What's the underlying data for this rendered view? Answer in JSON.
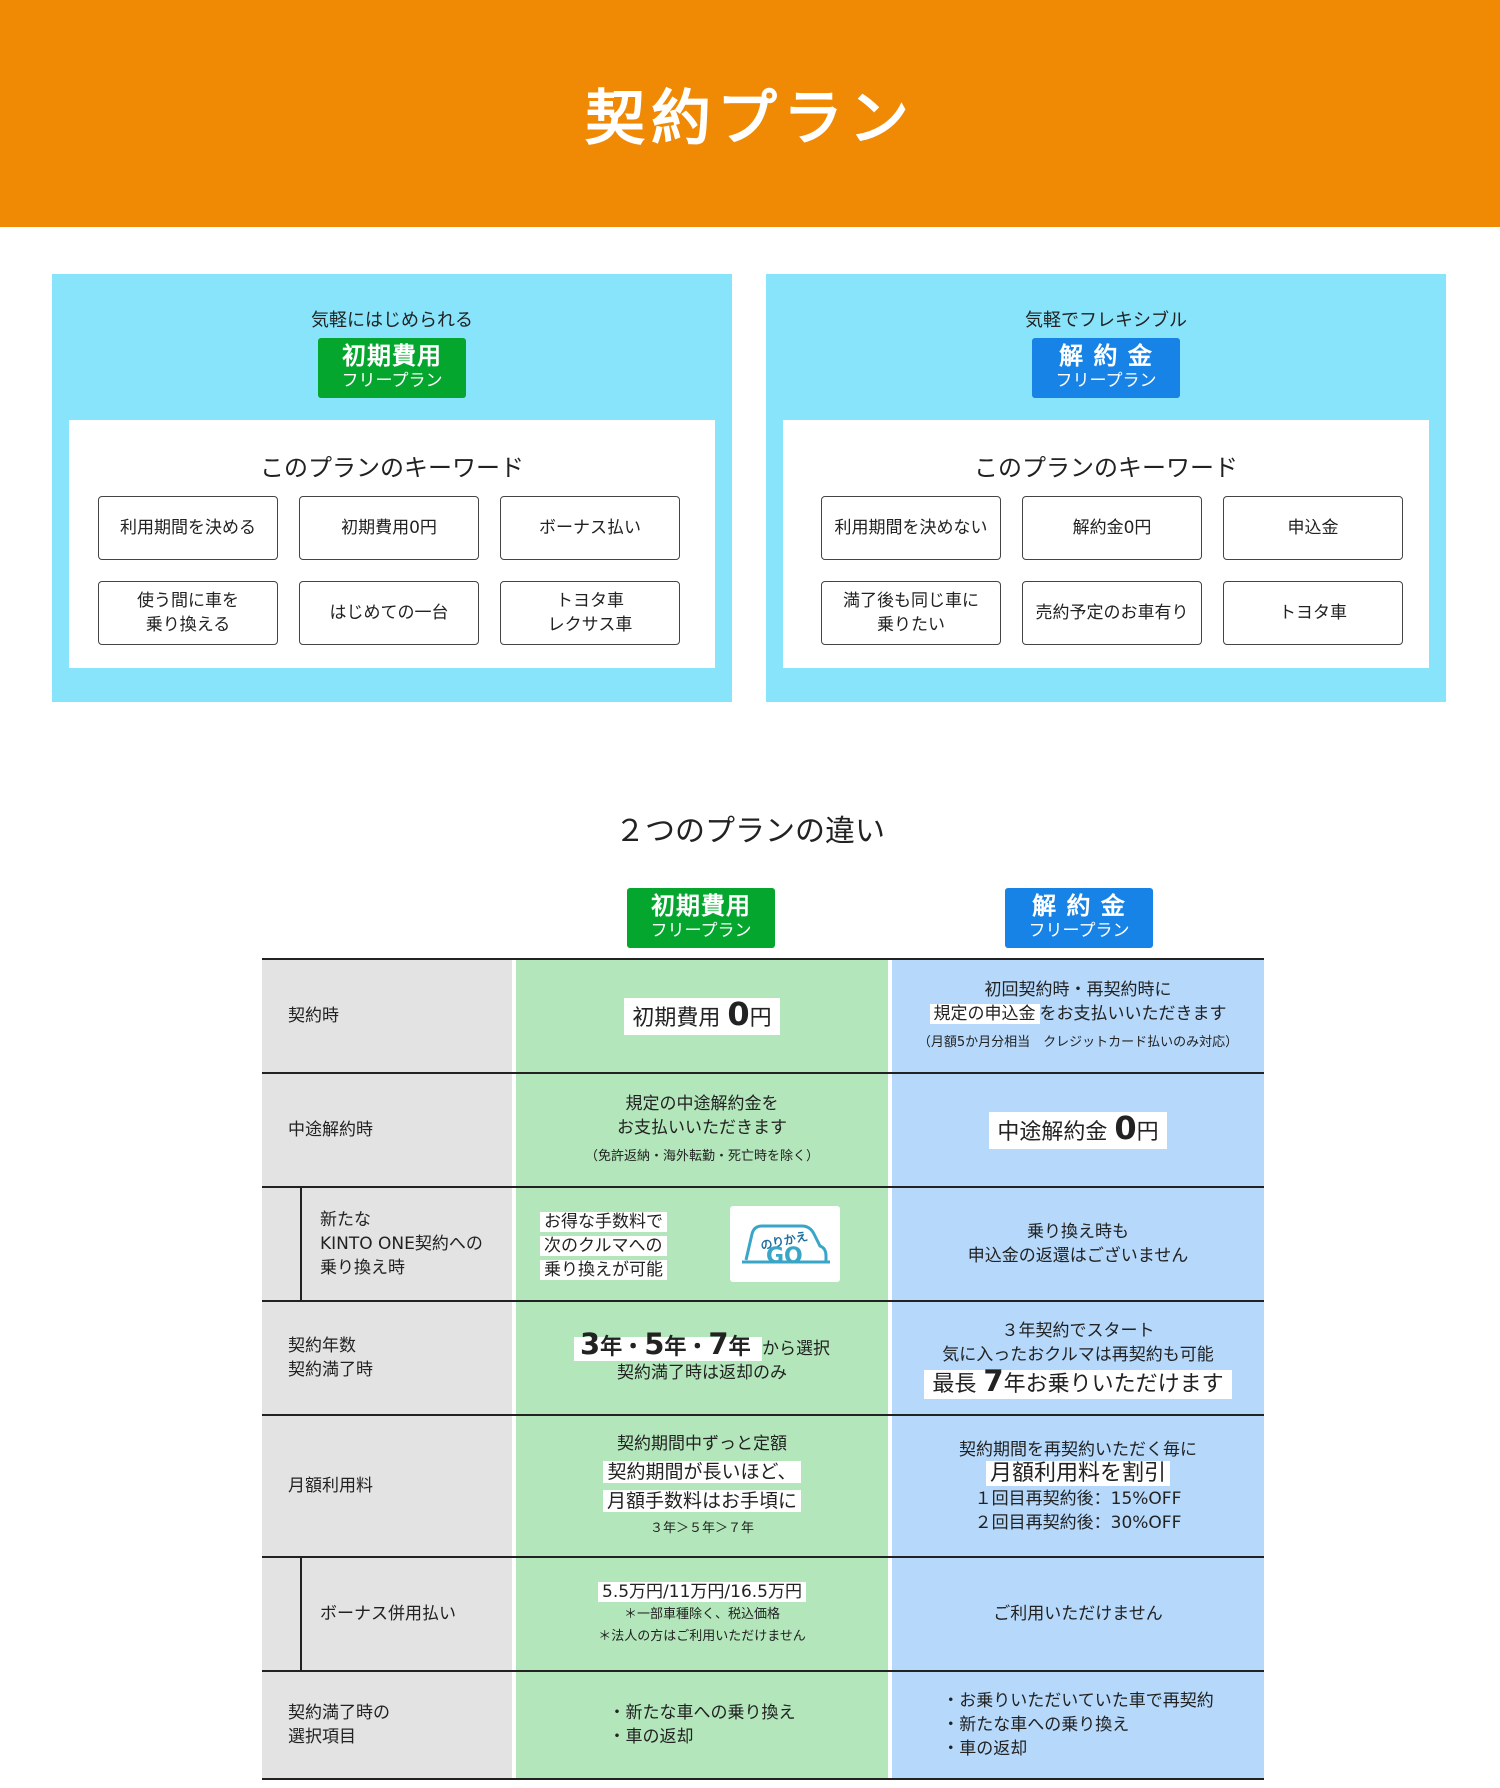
{
  "header": {
    "title": "契約プラン"
  },
  "plans": [
    {
      "subtitle": "気軽にはじめられる",
      "badge_line1": "初期費用",
      "badge_line2": "フリープラン",
      "badge_color": "#04a62e",
      "keyword_title": "このプランのキーワード",
      "keywords": [
        "利用期間を決める",
        "初期費用0円",
        "ボーナス払い",
        "使う間に車を\n乗り換える",
        "はじめての一台",
        "トヨタ車\nレクサス車"
      ]
    },
    {
      "subtitle": "気軽でフレキシブル",
      "badge_line1": "解 約 金",
      "badge_line2": "フリープラン",
      "badge_color": "#1883e7",
      "keyword_title": "このプランのキーワード",
      "keywords": [
        "利用期間を決めない",
        "解約金0円",
        "申込金",
        "満了後も同じ車に\n乗りたい",
        "売約予定のお車有り",
        "トヨタ車"
      ]
    }
  ],
  "compare": {
    "title": "２つのプランの違い",
    "col1_badge": {
      "line1": "初期費用",
      "line2": "フリープラン"
    },
    "col2_badge": {
      "line1": "解 約 金",
      "line2": "フリープラン"
    },
    "rows": {
      "contract": {
        "label": "契約時",
        "c1": {
          "fee_label": "初期費用",
          "fee_value": "0",
          "fee_unit": "円"
        },
        "c2": {
          "line1": "初回契約時・再契約時に",
          "hl": "規定の申込金",
          "line2": "をお支払いいただきます",
          "note": "（月額5か月分相当　クレジットカード払いのみ対応）"
        }
      },
      "cancel": {
        "label": "中途解約時",
        "c1": {
          "line1": "規定の中途解約金を",
          "line2": "お支払いいただきます",
          "note": "（免許返納・海外転勤・死亡時を除く）"
        },
        "c2": {
          "fee_label": "中途解約金",
          "fee_value": "0",
          "fee_unit": "円"
        }
      },
      "switch": {
        "label": "新たな\nKINTO ONE契約への\n乗り換え時",
        "c1": {
          "hl1": "お得な手数料で",
          "hl2": "次のクルマへの",
          "hl3": "乗り換えが可能",
          "logo_text1": "のりかえ",
          "logo_text2": "GO"
        },
        "c2": {
          "line1": "乗り換え時も",
          "line2": "申込金の返還はございません"
        }
      },
      "years": {
        "label": "契約年数\n契約満了時",
        "c1": {
          "y1": "3",
          "y2": "5",
          "y3": "7",
          "unit": "年",
          "suffix": "から選択",
          "line2": "契約満了時は返却のみ"
        },
        "c2": {
          "line1": "３年契約でスタート",
          "line2": "気に入ったおクルマは再契約も可能",
          "max_label": "最長",
          "max_value": "7",
          "max_suffix": "年お乗りいただけます"
        }
      },
      "monthly": {
        "label": "月額利用料",
        "c1": {
          "line1": "契約期間中ずっと定額",
          "hl1": "契約期間が長いほど、",
          "hl2": "月額手数料はお手頃に",
          "note": "３年＞５年＞７年"
        },
        "c2": {
          "line1": "契約期間を再契約いただく毎に",
          "hl": "月額利用料を割引",
          "line2": "１回目再契約後：15%OFF",
          "line3": "２回目再契約後：30%OFF"
        }
      },
      "bonus": {
        "label": "ボーナス併用払い",
        "c1": {
          "hl": "5.5万円/11万円/16.5万円",
          "note1": "＊一部車種除く、税込価格",
          "note2": "＊法人の方はご利用いただけません"
        },
        "c2": {
          "line1": "ご利用いただけません"
        }
      },
      "end": {
        "label": "契約満了時の\n選択項目",
        "c1": {
          "line1": "・新たな車への乗り換え",
          "line2": "・車の返却"
        },
        "c2": {
          "line1": "・お乗りいただいていた車で再契約",
          "line2": "・新たな車への乗り換え",
          "line3": "・車の返却"
        }
      }
    }
  }
}
